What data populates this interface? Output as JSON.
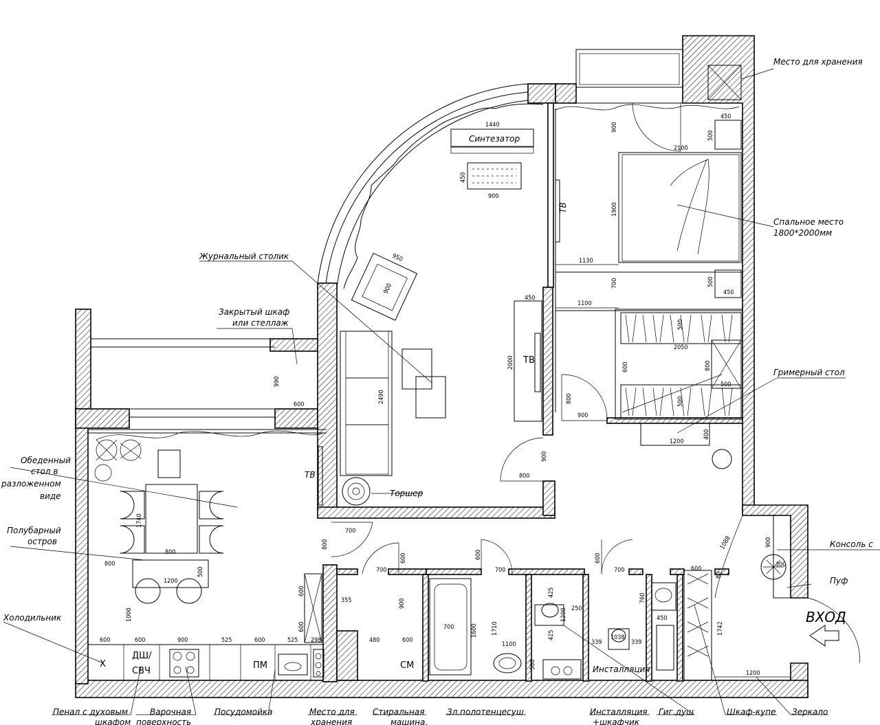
{
  "labels": {
    "storage_top": "Место для хранения",
    "bed": "Спальное место",
    "bed_size": "1800*2000мм",
    "coffee_table": "Журнальный столик",
    "closed_cabinet_1": "Закрытый шкаф",
    "closed_cabinet_2": "или стеллаж",
    "makeup_table": "Гримерный стол",
    "dining_1": "Обеденный",
    "dining_2": "стол в",
    "dining_3": "разложенном",
    "dining_4": "виде",
    "halfbar_1": "Полубарный",
    "halfbar_2": "остров",
    "fridge": "Холодильник",
    "console": "Консоль с",
    "pouf": "Пуф",
    "entrance": "ВХОД",
    "synth": "Синтезатор",
    "tv": "ТВ",
    "torsher": "Торшер",
    "oven_1": "Пенал с духовым",
    "oven_2": "шкафом",
    "hob_1": "Варочная",
    "hob_2": "поверхность",
    "dishwasher": "Посудомойка",
    "storage_bottom_1": "Место для",
    "storage_bottom_2": "хранения",
    "washer_1": "Стиральная",
    "washer_2": "машина,",
    "towel": "Зл.полотенцесуш",
    "install_1": "Инсталляция",
    "install_2": "+шкафчик",
    "hyg_shower": "Гиг.душ",
    "wardrobe": "Шкаф-купе",
    "mirror": "Зеркало",
    "installation": "Инсталляция",
    "dw_code_1": "ДШ/",
    "dw_code_2": "СВЧ",
    "pm_code": "ПМ",
    "cm_code": "СМ"
  },
  "dims": {
    "d1440": "1440",
    "d450a": "450",
    "d900a": "900",
    "d900b": "900",
    "d2100": "2100",
    "d500a": "500",
    "d1900": "1900",
    "d1130": "1130",
    "d700a": "700",
    "d500b": "500",
    "d450b": "450",
    "d1100": "1100",
    "d450c": "450",
    "d2000": "2000",
    "d950": "950",
    "d900c": "900",
    "d2490": "2490",
    "d990": "990",
    "d600a": "600",
    "d600b": "600",
    "d800a": "800",
    "d900d": "900",
    "d800b": "800",
    "d900e": "900",
    "d1200a": "1200",
    "d400": "400",
    "d2050": "2050",
    "d500c": "500",
    "d800c": "800",
    "d1200b": "1200",
    "d800d": "800",
    "d500d": "500",
    "d1000": "1000",
    "d800e": "800",
    "d700b": "700",
    "d600c": "600",
    "d600d": "600",
    "d600e": "600",
    "d600f": "600",
    "d900f": "900",
    "d525a": "525",
    "d600g": "600",
    "d525b": "525",
    "d298": "298",
    "d355": "355",
    "d480": "480",
    "d600h": "600",
    "d700c": "700",
    "d600i": "600",
    "d900g": "900",
    "d1600": "1600",
    "d700d": "700",
    "d1710": "1710",
    "d1100b": "1100",
    "d500e": "500",
    "d425a": "425",
    "d425b": "425",
    "d1200c": "1200",
    "d250": "250",
    "d339a": "339",
    "d339b": "339",
    "d1038": "1038",
    "d600j": "600",
    "d700e": "700",
    "d760": "760",
    "d450d": "450",
    "d600k": "600",
    "d1742": "1742",
    "d1088": "1088",
    "d900h": "900",
    "d300": "300",
    "d1200d": "1200",
    "d600l": "600",
    "d1740": "1740",
    "d80": "80"
  }
}
